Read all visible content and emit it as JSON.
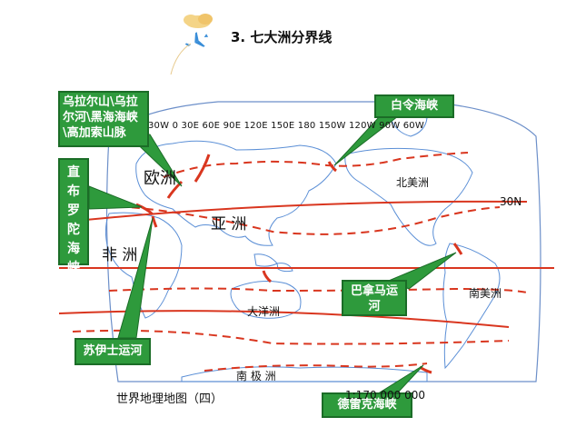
{
  "header": {
    "title": "3. 七大洲分界线"
  },
  "map": {
    "lon_labels": "30W  0   30E   60E  90E  120E 150E 180 150W  120W 90W 60W",
    "lat_label_30n": "30N",
    "caption": "世界地理地图（四）",
    "scale_text": "1:170 000 000",
    "continents": {
      "europe": "欧洲",
      "asia": "亚 洲",
      "africa": "非  洲",
      "north_america": "北美洲",
      "south_america": "南美洲",
      "oceania": "大洋洲",
      "antarctica": "南 极 洲"
    }
  },
  "callouts": {
    "ural": "乌拉尔山\\乌拉尔河\\黑海海峡\\高加索山脉",
    "bering": "白令海峡",
    "gibraltar": "直布罗陀海峡",
    "panama": "巴拿马运河",
    "suez": "苏伊士运河",
    "drake": "德雷克海峡"
  },
  "colors": {
    "callout_green": "#2e9a3c",
    "line_red": "#d9361f",
    "map_blue": "#5b8fd6"
  },
  "icons": [
    "cloud-icon",
    "airplane-icon"
  ]
}
